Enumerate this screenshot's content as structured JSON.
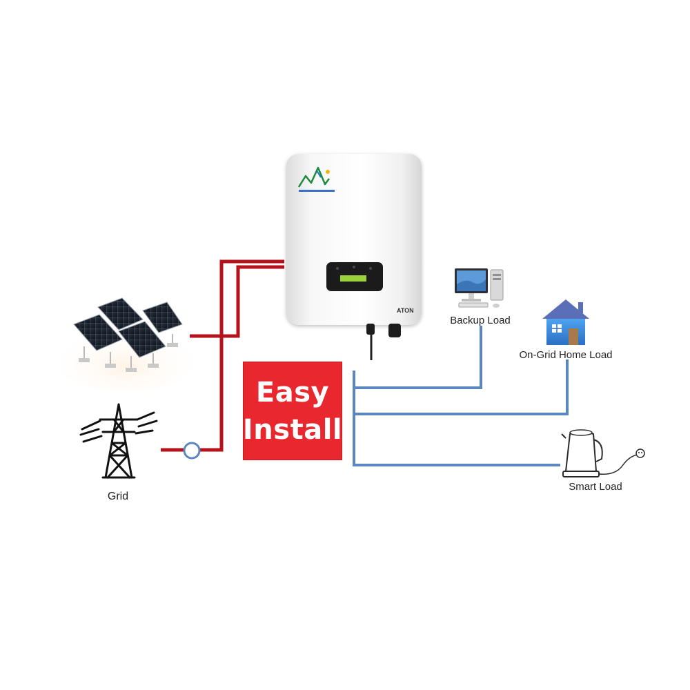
{
  "callout": {
    "line1": "Easy",
    "line2": "Install"
  },
  "labels": {
    "backup_load": "Backup Load",
    "on_grid_home_load": "On-Grid Home Load",
    "smart_load": "Smart Load",
    "grid": "Grid"
  },
  "inverter": {
    "brand": "ATON"
  },
  "colors": {
    "dc_wire": "#b5121b",
    "ac_wire": "#5b87c0",
    "callout_bg": "#e8282e",
    "house_blue": "#3f8edb",
    "house_roof": "#5a6fb8"
  },
  "icons": [
    "solar-panels-icon",
    "transmission-tower-icon",
    "computer-icon",
    "house-icon",
    "kettle-icon",
    "logo-icon"
  ]
}
